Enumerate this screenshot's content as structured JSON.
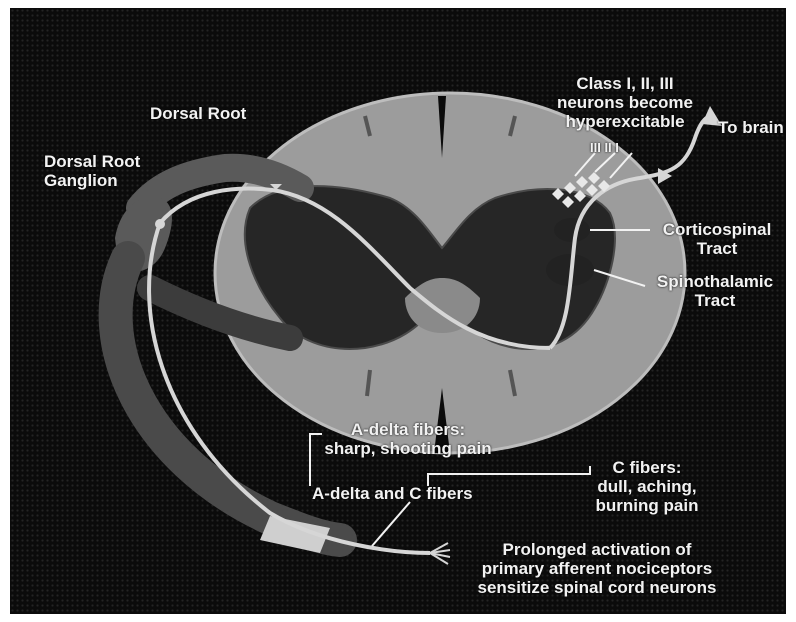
{
  "labels": {
    "dorsal_root": "Dorsal Root",
    "dorsal_root_ganglion": "Dorsal Root\nGanglion",
    "class_neurons": "Class I, II, III\nneurons become\nhyperexcitable",
    "to_brain": "To brain",
    "lamina_numerals": "III  II  I",
    "corticospinal": "Corticospinal\nTract",
    "spinothalamic": "Spinothalamic\nTract",
    "a_delta_fibers": "A-delta fibers:\nsharp, shooting pain",
    "c_fibers": "C fibers:\ndull, aching,\nburning pain",
    "a_delta_and_c": "A-delta and C fibers",
    "prolonged": "Prolonged activation of\nprimary afferent nociceptors\nsensitize spinal cord neurons"
  }
}
